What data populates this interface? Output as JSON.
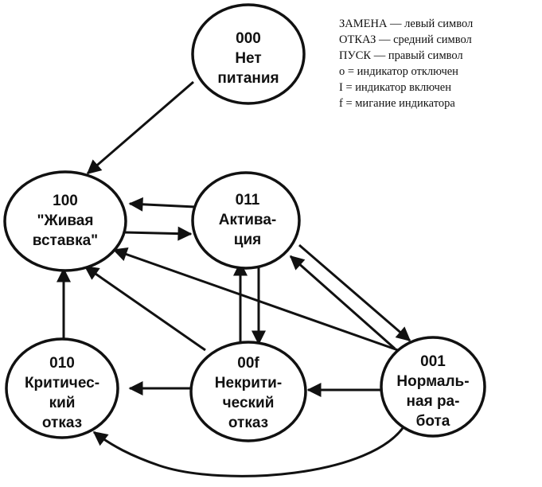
{
  "nodes": {
    "no_power": {
      "code": "000",
      "line1": "Нет",
      "line2": "питания"
    },
    "hot_insert": {
      "code": "100",
      "line1": "\"Живая",
      "line2": "вставка\""
    },
    "activation": {
      "code": "011",
      "line1": "Актива-",
      "line2": "ция"
    },
    "critical_failure": {
      "code": "010",
      "line1": "Критичес-",
      "line2": "кий",
      "line3": "отказ"
    },
    "noncritical_failure": {
      "code": "00f",
      "line1": "Некрити-",
      "line2": "ческий",
      "line3": "отказ"
    },
    "normal_operation": {
      "code": "001",
      "line1": "Нормаль-",
      "line2": "ная ра-",
      "line3": "бота"
    }
  },
  "legend": [
    "ЗАМЕНА — левый символ",
    "ОТКАЗ — средний символ",
    "ПУСК — правый символ",
    "o = индикатор отключен",
    "I = индикатор включен",
    "f = мигание индикатора"
  ],
  "colors": {
    "stroke": "#111111",
    "background": "#ffffff"
  }
}
